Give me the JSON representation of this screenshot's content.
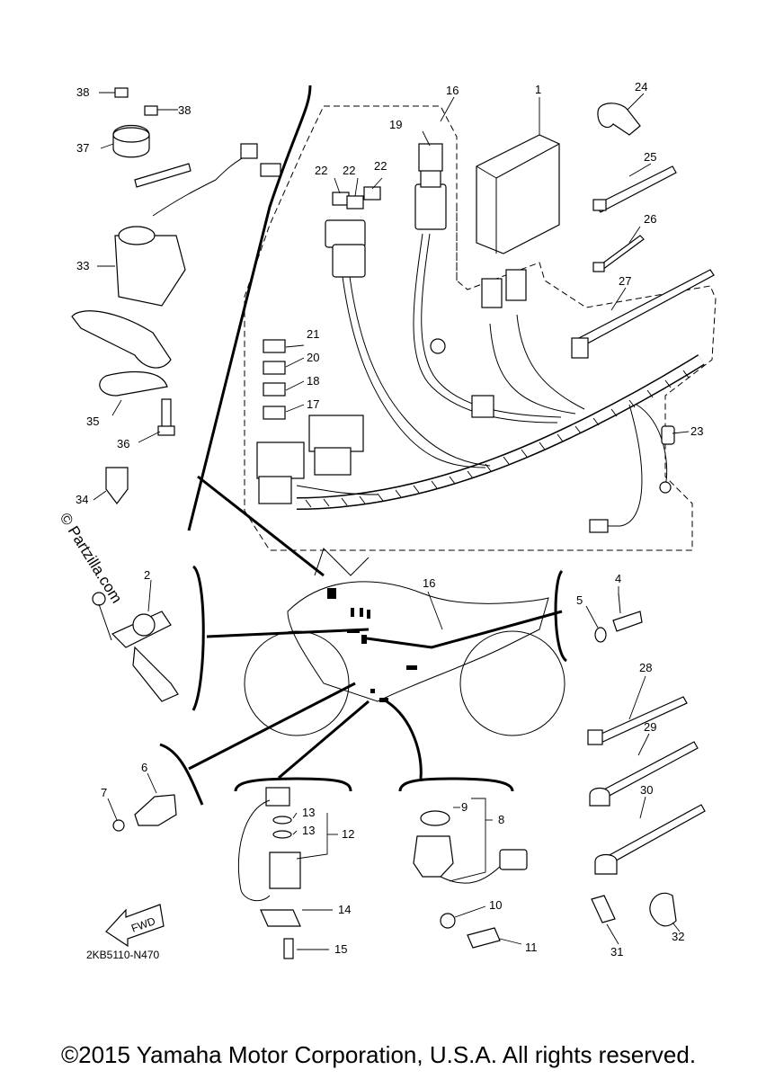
{
  "diagram": {
    "code": "2KB5110-N470",
    "fwd_label": "FWD",
    "watermark": "© Partzilla.com",
    "copyright": "©2015 Yamaha Motor Corporation, U.S.A. All rights reserved."
  },
  "callouts": [
    {
      "id": "c1",
      "text": "1"
    },
    {
      "id": "c2",
      "text": "2"
    },
    {
      "id": "c4",
      "text": "4"
    },
    {
      "id": "c5",
      "text": "5"
    },
    {
      "id": "c6",
      "text": "6"
    },
    {
      "id": "c7",
      "text": "7"
    },
    {
      "id": "c8",
      "text": "8"
    },
    {
      "id": "c9",
      "text": "9"
    },
    {
      "id": "c10",
      "text": "10"
    },
    {
      "id": "c11",
      "text": "11"
    },
    {
      "id": "c12",
      "text": "12"
    },
    {
      "id": "c13a",
      "text": "13"
    },
    {
      "id": "c13b",
      "text": "13"
    },
    {
      "id": "c14",
      "text": "14"
    },
    {
      "id": "c15",
      "text": "15"
    },
    {
      "id": "c16a",
      "text": "16"
    },
    {
      "id": "c16b",
      "text": "16"
    },
    {
      "id": "c17",
      "text": "17"
    },
    {
      "id": "c18",
      "text": "18"
    },
    {
      "id": "c19",
      "text": "19"
    },
    {
      "id": "c20",
      "text": "20"
    },
    {
      "id": "c21",
      "text": "21"
    },
    {
      "id": "c22a",
      "text": "22"
    },
    {
      "id": "c22b",
      "text": "22"
    },
    {
      "id": "c22c",
      "text": "22"
    },
    {
      "id": "c23",
      "text": "23"
    },
    {
      "id": "c24",
      "text": "24"
    },
    {
      "id": "c25",
      "text": "25"
    },
    {
      "id": "c26",
      "text": "26"
    },
    {
      "id": "c27",
      "text": "27"
    },
    {
      "id": "c28",
      "text": "28"
    },
    {
      "id": "c29",
      "text": "29"
    },
    {
      "id": "c30",
      "text": "30"
    },
    {
      "id": "c31",
      "text": "31"
    },
    {
      "id": "c32",
      "text": "32"
    },
    {
      "id": "c33",
      "text": "33"
    },
    {
      "id": "c34",
      "text": "34"
    },
    {
      "id": "c35",
      "text": "35"
    },
    {
      "id": "c36",
      "text": "36"
    },
    {
      "id": "c37",
      "text": "37"
    },
    {
      "id": "c38a",
      "text": "38"
    },
    {
      "id": "c38b",
      "text": "38"
    }
  ]
}
